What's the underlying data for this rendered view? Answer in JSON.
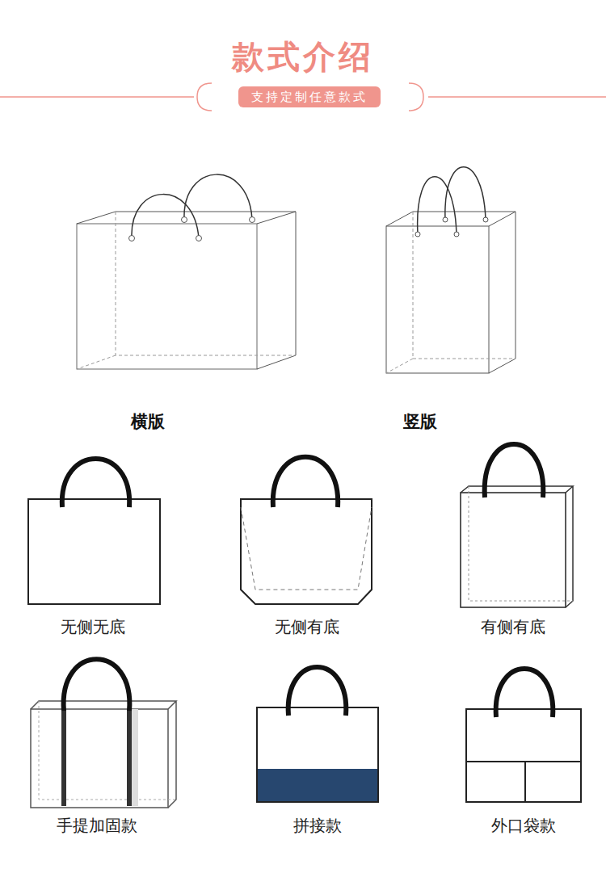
{
  "diagram": {
    "title": "款式介绍",
    "nodes": [
      {
        "text": [
          "支持定制任意款式"
        ]
      }
    ],
    "labels": [
      "横版",
      "竖版",
      "无侧无底",
      "无侧有底",
      "有侧有底",
      "手提加固款",
      "拼接款",
      "外口袋款"
    ]
  }
}
